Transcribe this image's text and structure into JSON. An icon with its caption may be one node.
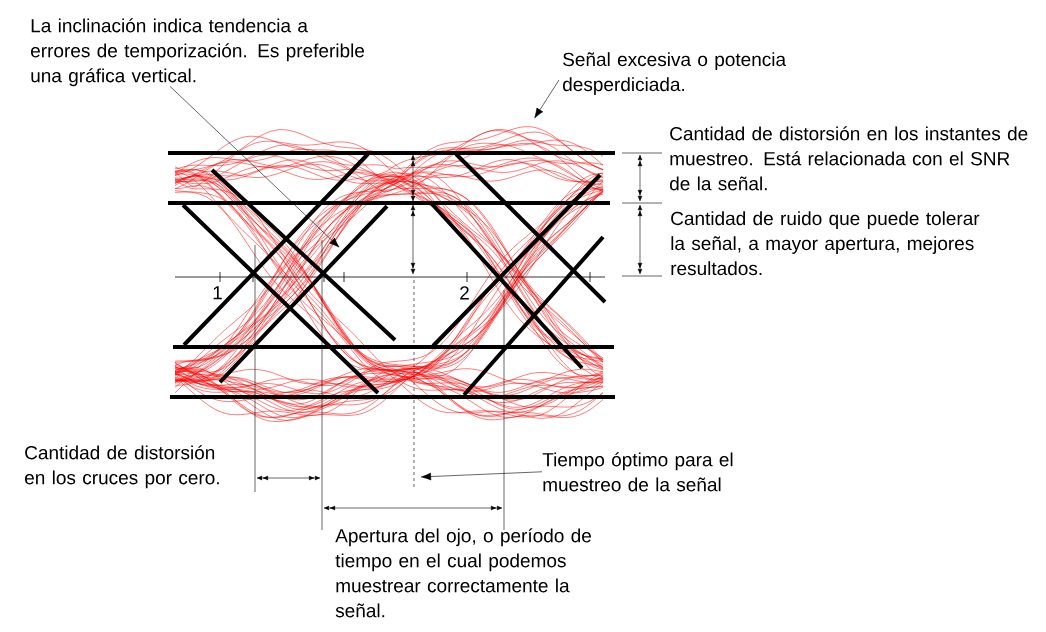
{
  "diagram": {
    "nodes": [
      {
        "text": [
          "La inclinación indica tendencia a errores de temporización. Es preferible una gráfica vertical."
        ]
      },
      {
        "text": [
          "Señal excesiva o potencia desperdiciada."
        ]
      },
      {
        "text": [
          "Tiempo óptimo para el muestreo de la señal"
        ]
      }
    ],
    "edges": [
      {
        "from": 0,
        "to": null,
        "arrow": "to"
      },
      {
        "from": 1,
        "to": null,
        "arrow": "to"
      },
      {
        "from": 2,
        "to": null,
        "arrow": "to"
      }
    ],
    "labels": [
      "Cantidad de distorsión en los instantes de muestreo.  Está relacionada con el SNR de la señal.",
      "Cantidad de ruido que puede tolerar la señal, a mayor apertura, mejores resultados.",
      "1",
      "2",
      "Cantidad de distorsión en los cruces por cero.",
      "Apertura del ojo, o período de tiempo en el cual podemos muestrear correctamente la señal."
    ]
  }
}
